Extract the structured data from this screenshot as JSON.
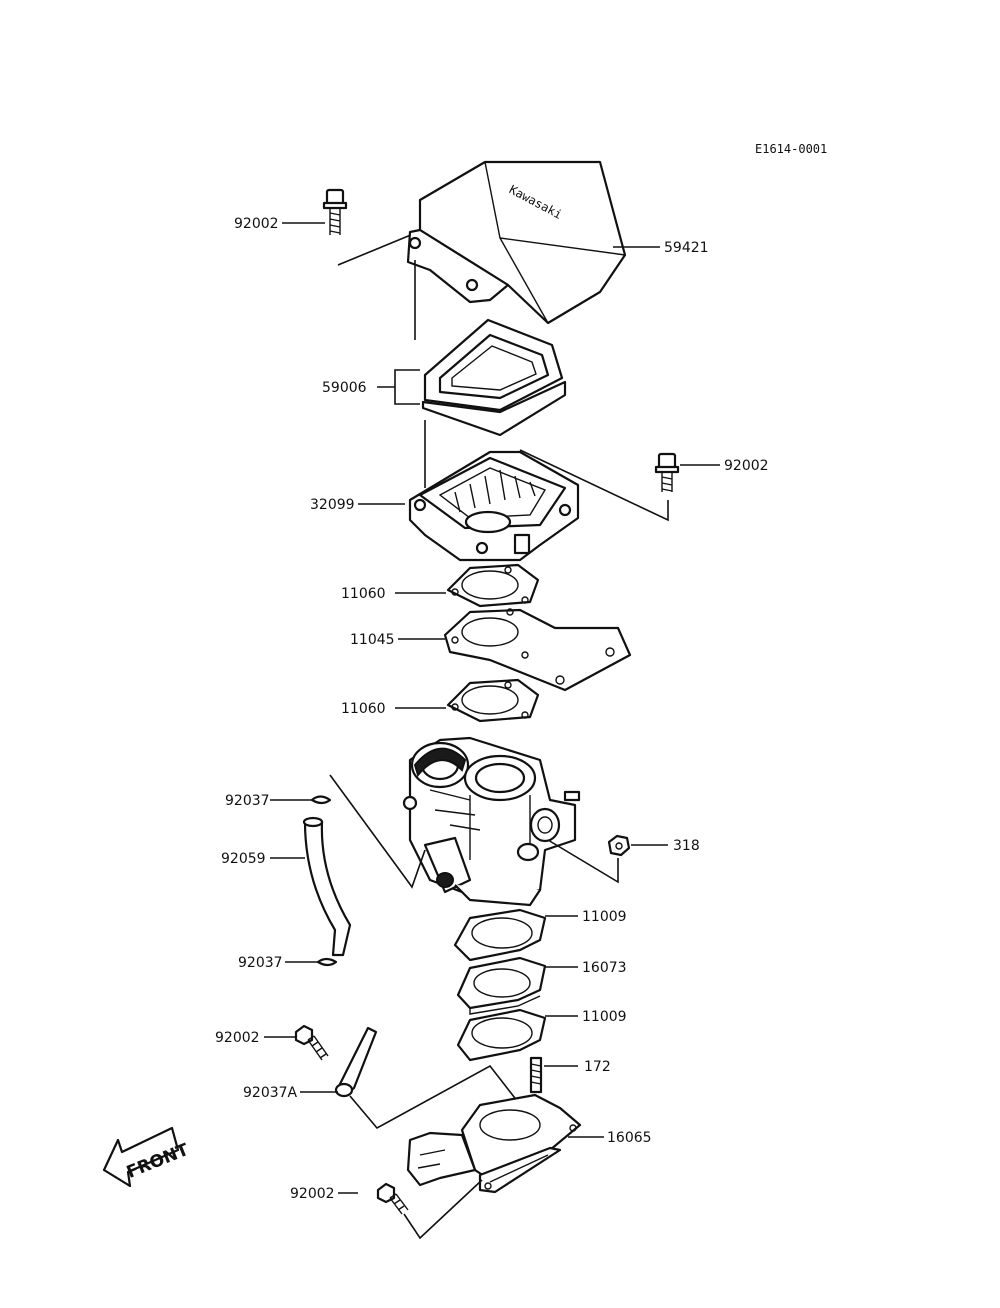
{
  "diagram_code": "E1614-0001",
  "front_label": "FRONT",
  "cover_brand": "Kawasaki",
  "labels": {
    "bolt_top_left": "92002",
    "air_cover": "59421",
    "filter_element": "59006",
    "bolt_right": "92002",
    "air_case": "32099",
    "gasket_upper": "11060",
    "plate": "11045",
    "gasket_lower": "11060",
    "clamp_upper": "92037",
    "hose": "92059",
    "clamp_lower": "92037",
    "nut": "318",
    "gasket_carb_upper": "11009",
    "insulator": "16073",
    "gasket_carb_lower": "11009",
    "bolt_lower_left": "92002",
    "stud": "172",
    "clamp_band": "92037A",
    "intake_manifold": "16065",
    "bolt_bottom": "92002"
  }
}
